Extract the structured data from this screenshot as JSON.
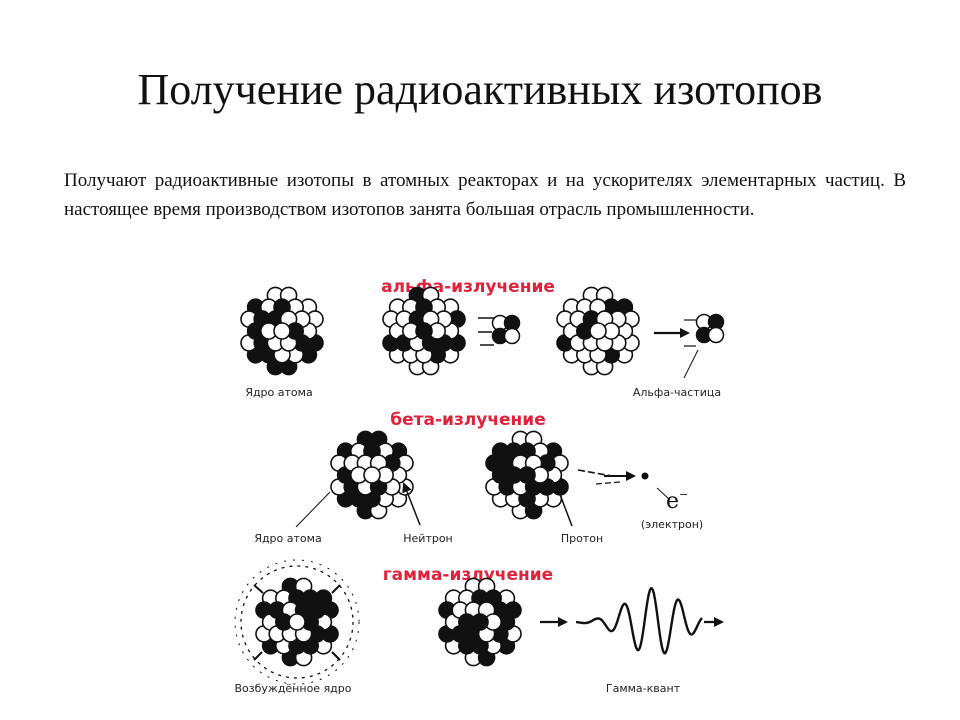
{
  "title": "Получение радиоактивных изотопов",
  "body": "Получают радиоактивные изотопы в атомных реакторах и на ускорителях элементарных частиц. В настоящее время производством изотопов занята большая отрасль промышленности.",
  "colors": {
    "section_heading": "#e0223a",
    "ink": "#111111",
    "background": "#ffffff"
  },
  "diagram": {
    "alpha": {
      "heading": "альфа-излучение",
      "label_nucleus": "Ядро атома",
      "label_particle": "Альфа-частица"
    },
    "beta": {
      "heading": "бета-излучение",
      "label_nucleus": "Ядро атома",
      "label_neutron": "Нейтрон",
      "label_proton": "Протон",
      "electron_symbol": "e",
      "electron_sup": "−",
      "electron_label": "(электрон)"
    },
    "gamma": {
      "heading": "гамма-излучение",
      "label_excited": "Возбуждённое ядро",
      "label_quantum": "Гамма-квант"
    }
  }
}
